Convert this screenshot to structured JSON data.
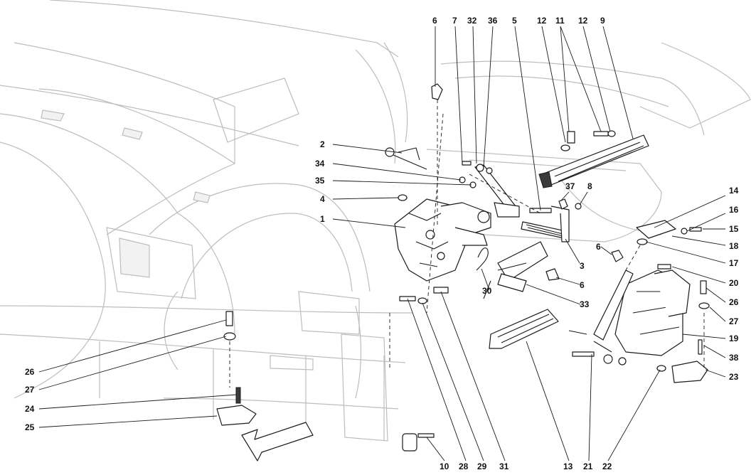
{
  "callouts": [
    "6",
    "7",
    "32",
    "36",
    "5",
    "12",
    "11",
    "12",
    "9",
    "2",
    "34",
    "35",
    "4",
    "1",
    "37",
    "8",
    "14",
    "16",
    "15",
    "18",
    "17",
    "6",
    "3",
    "20",
    "6",
    "30",
    "26",
    "33",
    "27",
    "19",
    "38",
    "23",
    "26",
    "27",
    "24",
    "25",
    "10",
    "28",
    "29",
    "31",
    "13",
    "21",
    "22"
  ],
  "colors": {
    "ink": "#1a1a1a",
    "ghost": "#bdbdbd",
    "background": "#ffffff"
  }
}
